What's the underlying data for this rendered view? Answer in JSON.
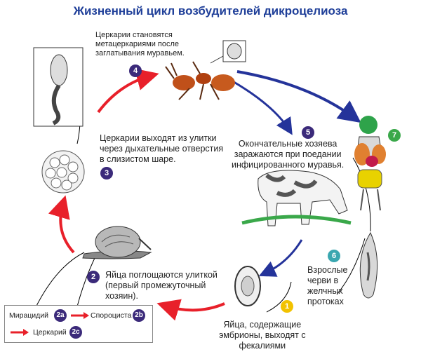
{
  "title": "Жизненный цикл возбудителей дикроцелиоза",
  "captions": {
    "metacercariae": [
      "Церкарии становятся",
      "метацеркариями после",
      "заглатывания муравьем."
    ],
    "cercariae_exit": [
      "Церкарии выходят из улитки",
      "через дыхательные отверстия",
      "в слизистом шаре."
    ],
    "final_hosts": [
      "Окончательные хозяева",
      "заражаются при поедании",
      "инфицированного муравья."
    ],
    "snail_eats": [
      "Яйца поглощаются улиткой",
      "(первый промежуточный",
      "хозяин)."
    ],
    "adults": [
      "Взрослые",
      "черви в",
      "желчных",
      "протоках"
    ],
    "eggs": [
      "Яйца, содержащие",
      "эмбрионы, выходят с",
      "фекалиями"
    ]
  },
  "badges": {
    "b1": "1",
    "b2": "2",
    "b3": "3",
    "b4": "4",
    "b5": "5",
    "b6": "6",
    "b7": "7",
    "b2a": "2a",
    "b2b": "2b",
    "b2c": "2c"
  },
  "legend": {
    "miracidium": "Мирацидий",
    "sporocyst": "Спороциста",
    "cercaria": "Церкарий"
  },
  "colors": {
    "title": "#1f3f99",
    "arrow_red": "#e8202a",
    "arrow_blue": "#24339a",
    "badge_purple": "#3b2a7a",
    "badge_yellow": "#f2c200",
    "badge_teal": "#3aa7b0",
    "badge_green": "#3aa84a"
  }
}
